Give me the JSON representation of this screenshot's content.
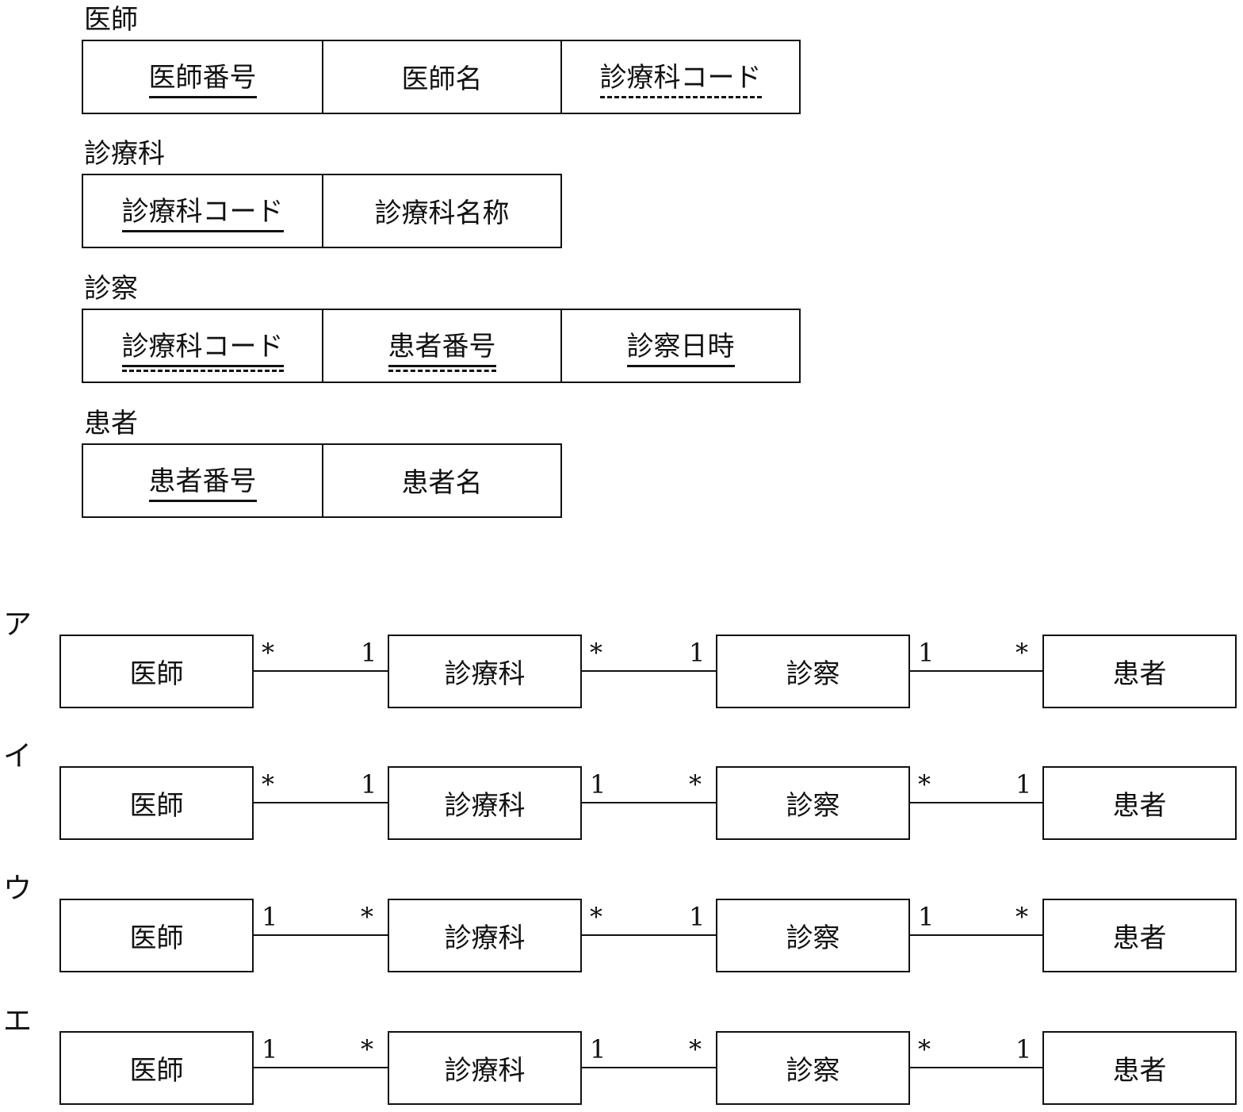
{
  "tables": [
    {
      "name": "医師",
      "columns": [
        {
          "text": "医師番号",
          "key": "pk"
        },
        {
          "text": "医師名",
          "key": ""
        },
        {
          "text": "診療科コード",
          "key": "fk"
        }
      ]
    },
    {
      "name": "診療科",
      "columns": [
        {
          "text": "診療科コード",
          "key": "pk"
        },
        {
          "text": "診療科名称",
          "key": ""
        }
      ]
    },
    {
      "name": "診察",
      "columns": [
        {
          "text": "診療科コード",
          "key": "pkfk"
        },
        {
          "text": "患者番号",
          "key": "pkfk"
        },
        {
          "text": "診察日時",
          "key": "pk"
        }
      ]
    },
    {
      "name": "患者",
      "columns": [
        {
          "text": "患者番号",
          "key": "pk"
        },
        {
          "text": "患者名",
          "key": ""
        }
      ]
    }
  ],
  "options": [
    {
      "label": "ア",
      "entities": [
        "医師",
        "診療科",
        "診察",
        "患者"
      ],
      "links": [
        [
          "*",
          "1"
        ],
        [
          "*",
          "1"
        ],
        [
          "1",
          "*"
        ]
      ]
    },
    {
      "label": "イ",
      "entities": [
        "医師",
        "診療科",
        "診察",
        "患者"
      ],
      "links": [
        [
          "*",
          "1"
        ],
        [
          "1",
          "*"
        ],
        [
          "*",
          "1"
        ]
      ]
    },
    {
      "label": "ウ",
      "entities": [
        "医師",
        "診療科",
        "診察",
        "患者"
      ],
      "links": [
        [
          "1",
          "*"
        ],
        [
          "*",
          "1"
        ],
        [
          "1",
          "*"
        ]
      ]
    },
    {
      "label": "エ",
      "entities": [
        "医師",
        "診療科",
        "診察",
        "患者"
      ],
      "links": [
        [
          "1",
          "*"
        ],
        [
          "1",
          "*"
        ],
        [
          "*",
          "1"
        ]
      ]
    }
  ]
}
